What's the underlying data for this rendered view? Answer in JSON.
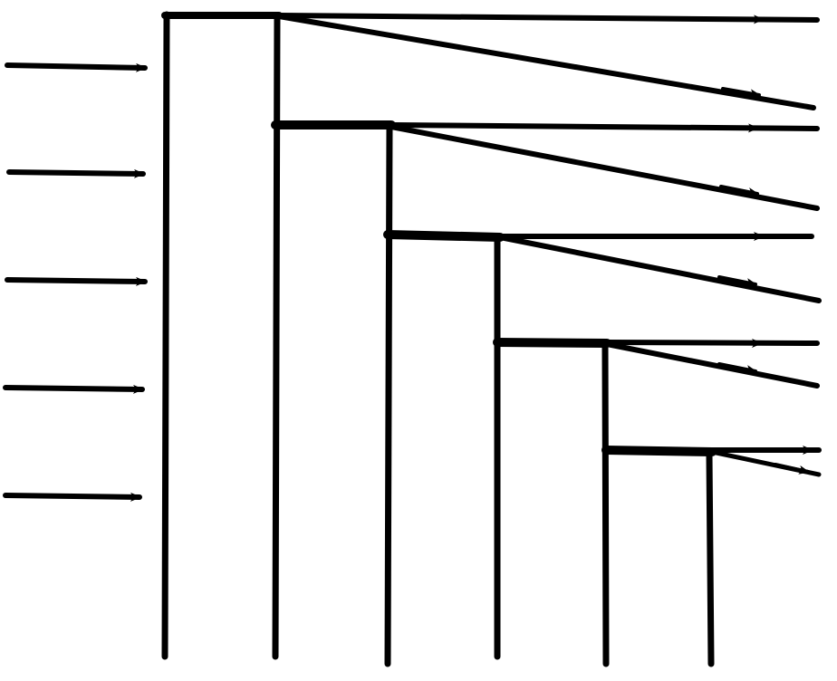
{
  "diagram": {
    "type": "line-drawing",
    "ink_color": "#000000",
    "background_color": "#ffffff",
    "incoming_arrow_count": 5,
    "vertical_line_count": 6,
    "step_count": 5,
    "outgoing_horizontal_arrow_count": 5,
    "outgoing_diagonal_arrow_count": 5
  }
}
